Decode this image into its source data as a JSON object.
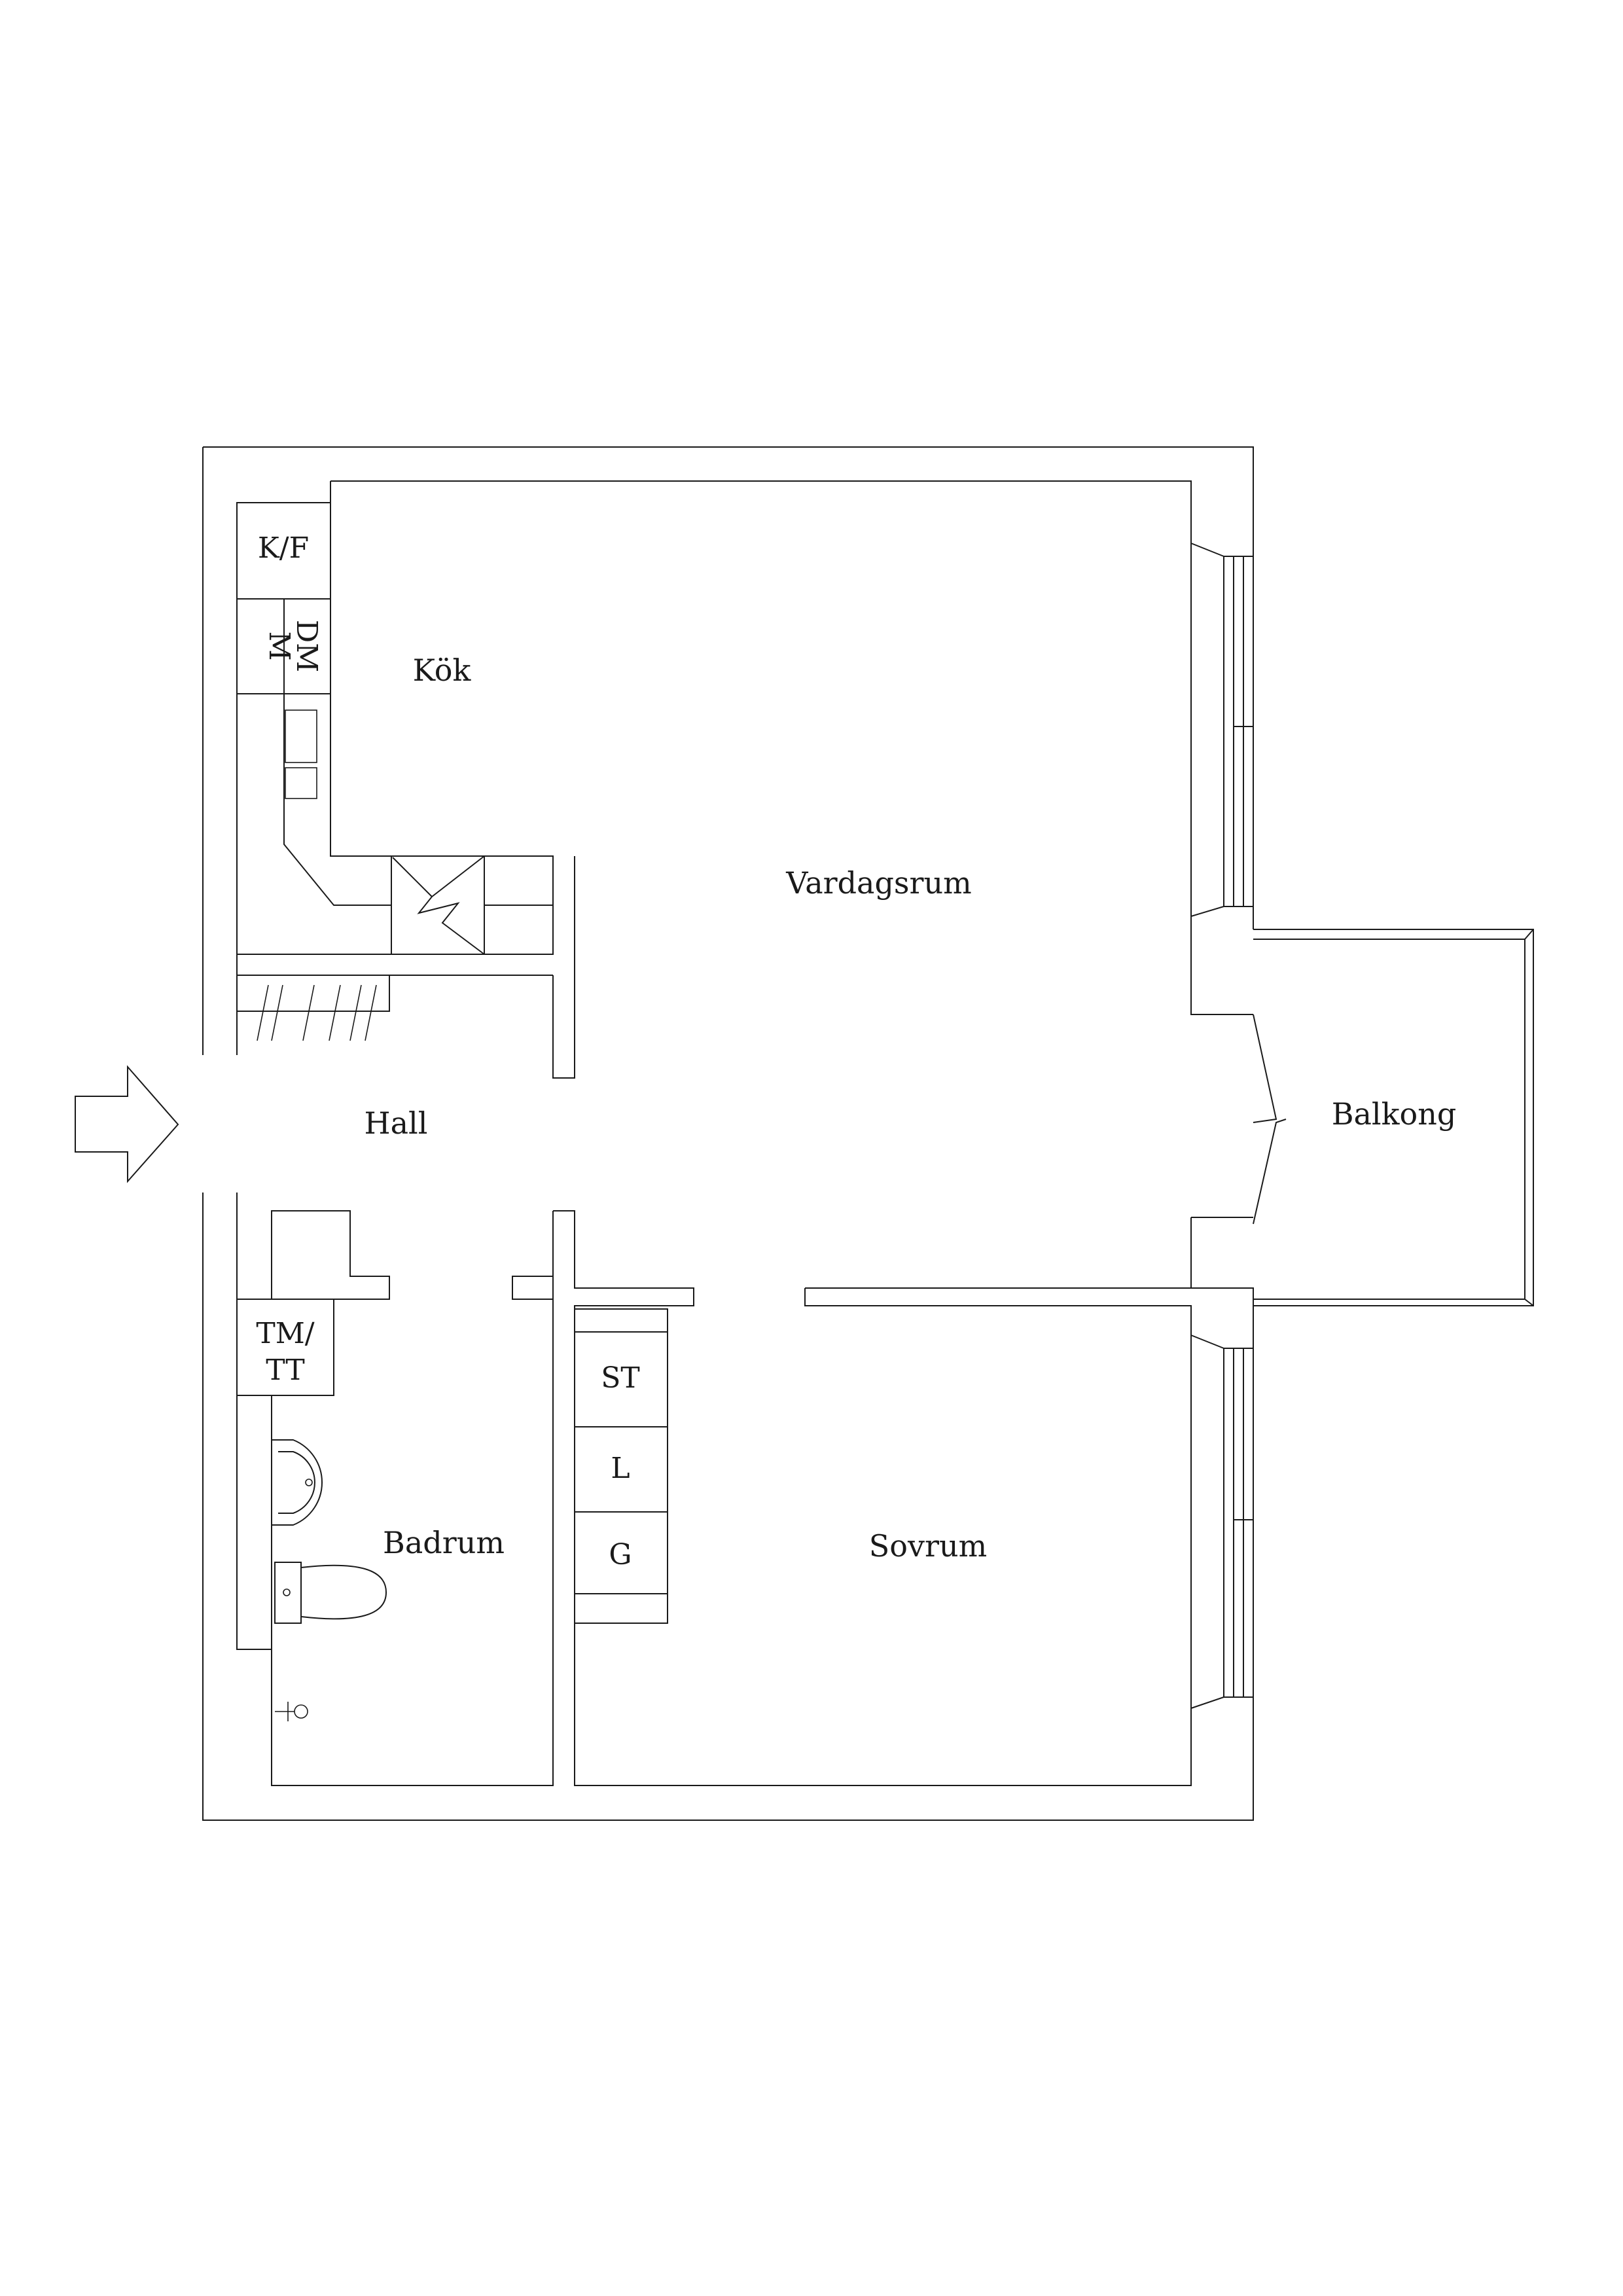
{
  "rooms": {
    "kitchen": "Kök",
    "living": "Vardagsrum",
    "hall": "Hall",
    "balcony": "Balkong",
    "bathroom": "Badrum",
    "bedroom": "Sovrum"
  },
  "fixtures": {
    "fridge_freezer": "K/F",
    "microwave": "M",
    "dishwasher": "DM",
    "washer_dryer_line1": "TM/",
    "washer_dryer_line2": "TT",
    "wardrobe_st": "ST",
    "wardrobe_l": "L",
    "wardrobe_g": "G"
  },
  "colors": {
    "line": "#1a1a1a",
    "background": "#ffffff"
  }
}
